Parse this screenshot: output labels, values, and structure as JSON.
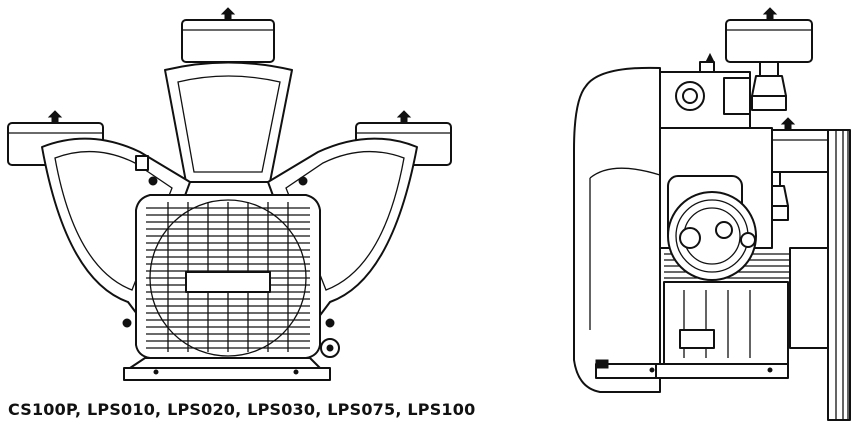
{
  "caption": "CS100P, LPS010, LPS020, LPS030, LPS075, LPS100",
  "views": {
    "front": {
      "icon": "compressor-front-view-drawing"
    },
    "side": {
      "icon": "compressor-side-view-drawing"
    }
  }
}
